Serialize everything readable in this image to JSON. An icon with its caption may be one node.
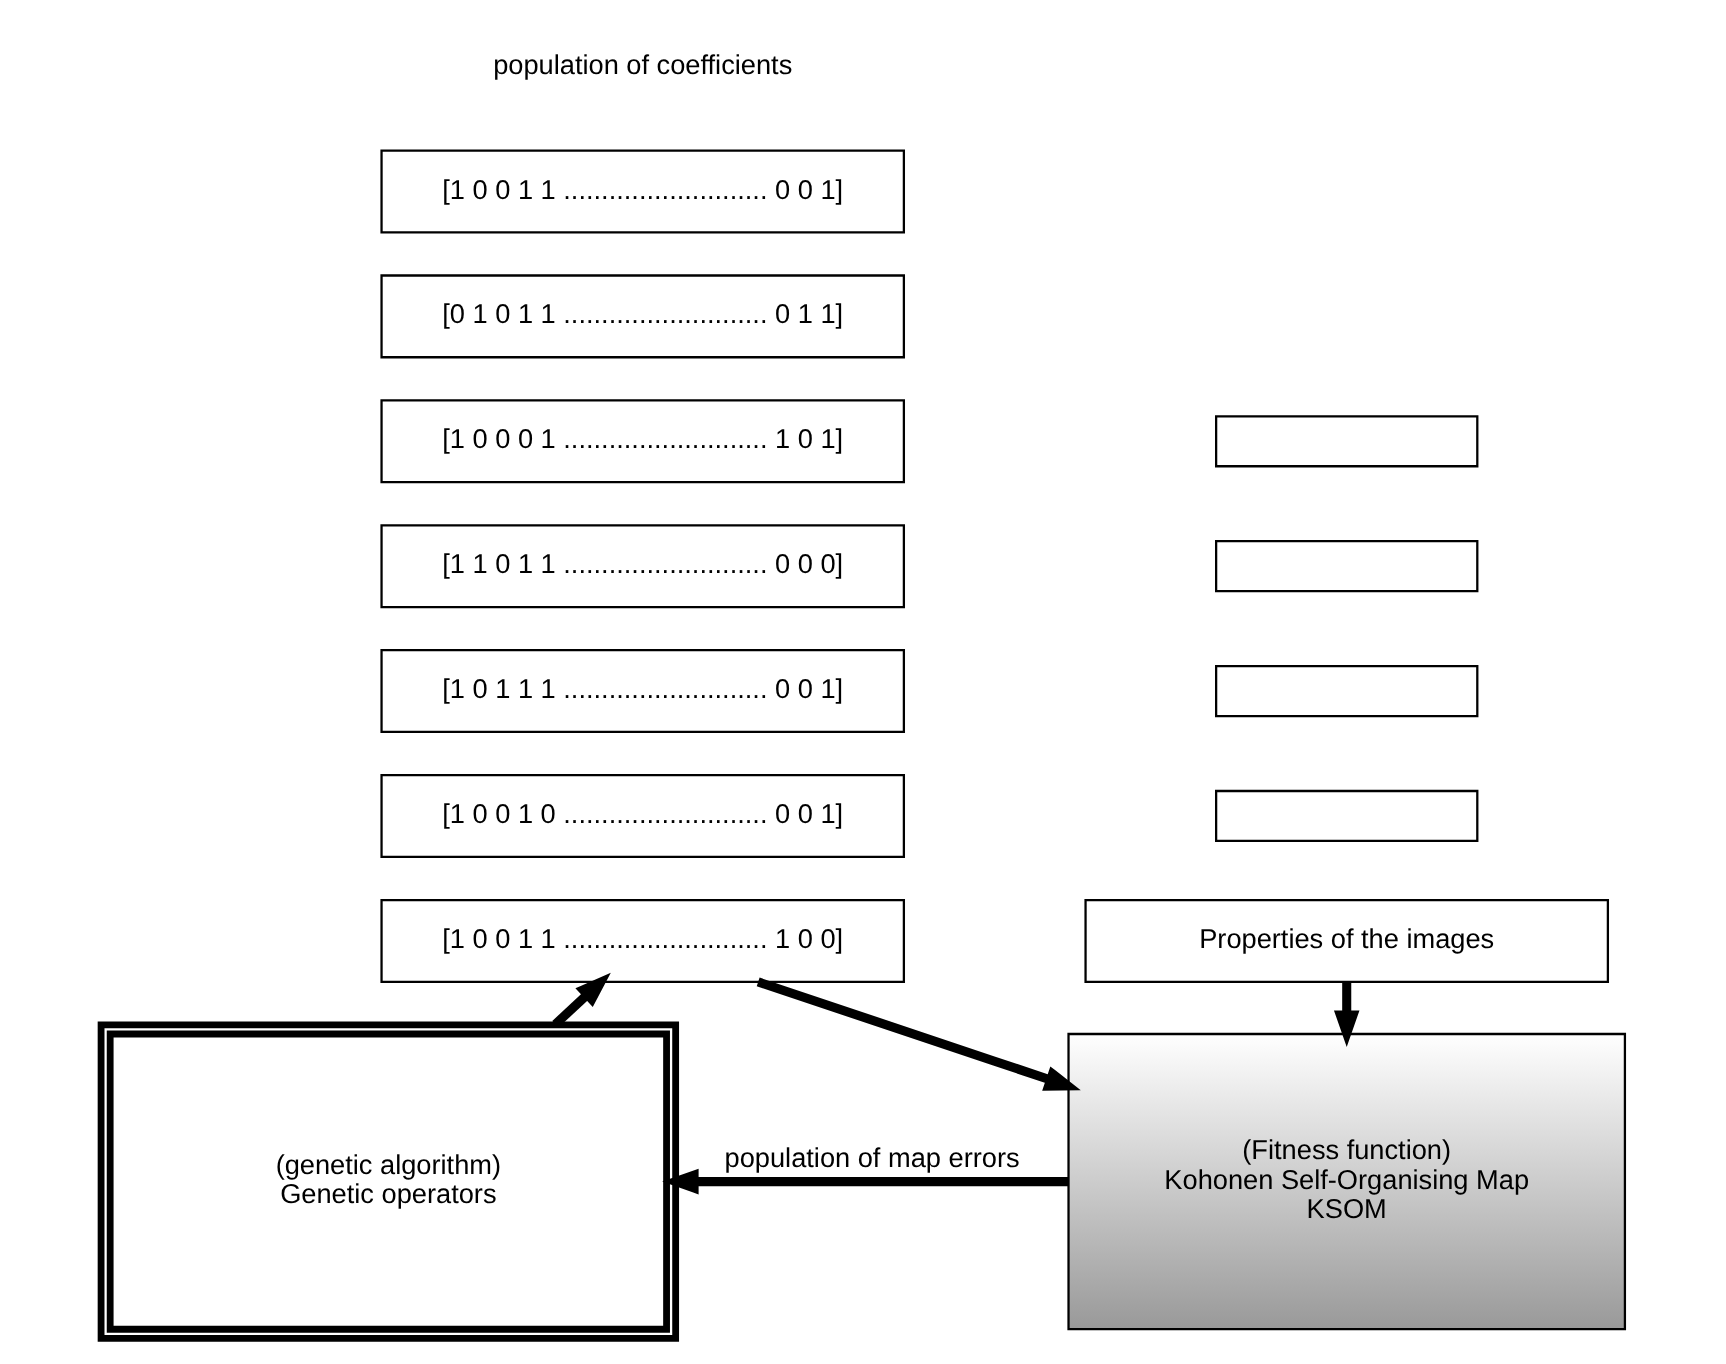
{
  "diagram": {
    "nodes": [
      {
        "text": [
          "[1 0 0 1 1 ........................... 0 0 1]"
        ]
      },
      {
        "text": [
          "[0 1 0 1 1 ........................... 0 1 1]"
        ]
      },
      {
        "text": [
          "[1 0 0 0 1 ........................... 1 0 1]"
        ]
      },
      {
        "text": [
          "[1 1 0 1 1 ........................... 0 0 0]"
        ]
      },
      {
        "text": [
          "[1 0 1 1 1 ........................... 0 0 1]"
        ]
      },
      {
        "text": [
          "[1 0 0 1 0 ........................... 0 0 1]"
        ]
      },
      {
        "text": [
          "[1 0 0 1 1 ........................... 1 0 0]"
        ]
      },
      {
        "text": [],
        "shape": "box"
      },
      {
        "text": [],
        "shape": "box"
      },
      {
        "text": [],
        "shape": "box"
      },
      {
        "text": [],
        "shape": "box"
      },
      {
        "text": [
          "Properties of the images"
        ]
      },
      {
        "text": [
          "(genetic algorithm)",
          "Genetic operators"
        ]
      },
      {
        "text": [
          "(Fitness function)",
          "Kohonen Self-Organising Map",
          "KSOM"
        ]
      }
    ],
    "edges": [
      {
        "from": 12,
        "to": 6,
        "arrow": "to"
      },
      {
        "from": 6,
        "to": 13,
        "arrow": "to"
      },
      {
        "from": 11,
        "to": 13,
        "arrow": "to"
      },
      {
        "from": 13,
        "to": 12,
        "arrow": "to",
        "label": "population of map errors"
      }
    ],
    "labels": [
      "population of coefficients"
    ]
  }
}
